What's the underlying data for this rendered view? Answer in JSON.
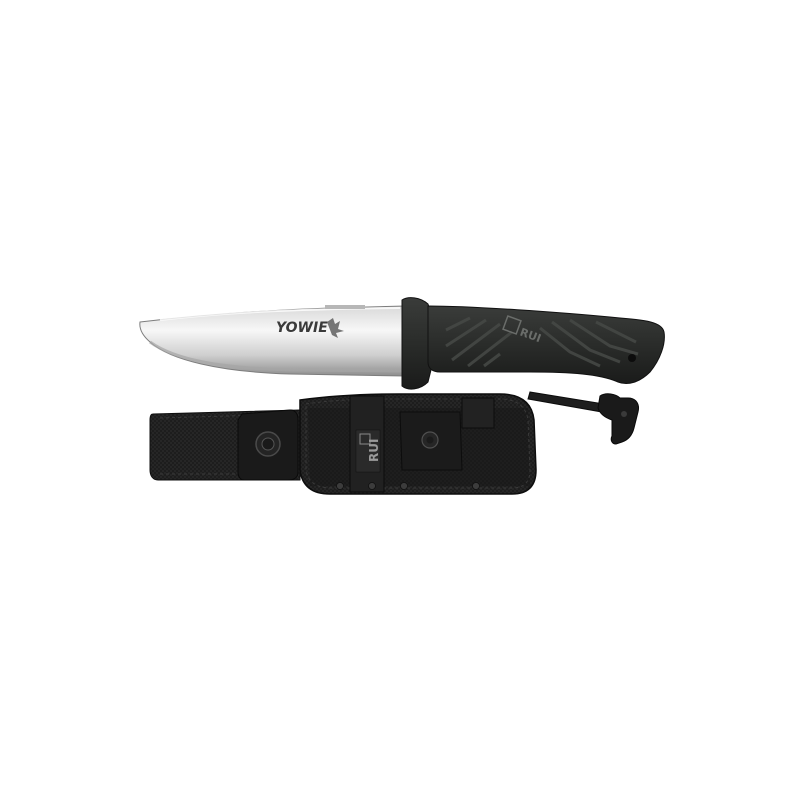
{
  "colors": {
    "background": "#ffffff",
    "blade_light": "#f2f2f2",
    "blade_mid": "#c9c9c9",
    "blade_dark": "#8d8d8d",
    "handle": "#2b2d2b",
    "handle_dark": "#1c1d1c",
    "handle_ridge": "#3d403d",
    "sheath": "#1f1f1f",
    "sheath_light": "#333333",
    "logo_patch": "#8a8a8a"
  },
  "blade": {
    "etching": "YOWIE"
  },
  "handle": {
    "logo": "RUI"
  },
  "sheath": {
    "patch_logo": "RUI"
  },
  "firesteel": {
    "icon": "firesteel-icon"
  }
}
